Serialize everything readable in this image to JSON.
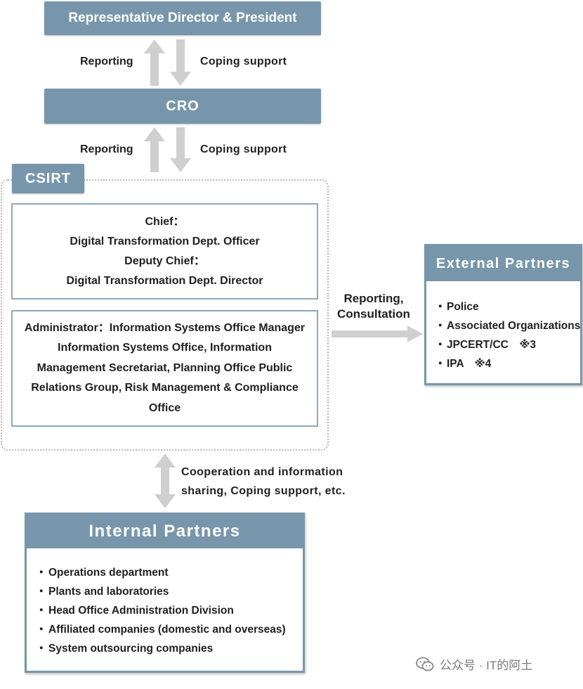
{
  "top": {
    "president": "Representative Director & President",
    "cro": "CRO"
  },
  "flows": {
    "reporting_1": "Reporting",
    "coping_1": "Coping support",
    "reporting_2": "Reporting",
    "coping_2": "Coping support",
    "external_line1": "Reporting,",
    "external_line2": "Consultation",
    "internal_line1": "Cooperation and information",
    "internal_line2": "sharing, Coping support, etc."
  },
  "csirt": {
    "tab": "CSIRT",
    "chief_label": "Chief：",
    "chief_value": "Digital Transformation Dept. Officer",
    "deputy_label": "Deputy Chief：",
    "deputy_value": "Digital Transformation Dept. Director",
    "admin_lines": [
      "Administrator：Information Systems Office Manager",
      "Information Systems Office, Information",
      "Management Secretariat, Planning Office Public",
      "Relations Group, Risk Management & Compliance",
      "Office"
    ]
  },
  "external": {
    "title": "External Partners",
    "items": [
      "Police",
      "Associated Organizations",
      "JPCERT/CC　※3",
      "IPA　※4"
    ]
  },
  "internal": {
    "title": "Internal Partners",
    "items": [
      "Operations department",
      "Plants and laboratories",
      "Head Office Administration Division",
      "Affiliated companies (domestic and overseas)",
      "System outsourcing companies"
    ]
  },
  "bullet": "・",
  "watermark": {
    "text": "公众号 · IT的阿土",
    "icon": "wechat-icon"
  },
  "colors": {
    "box_fill": "#7896ab",
    "arrow": "#cfcfcf",
    "frame": "#b9b9b9"
  }
}
